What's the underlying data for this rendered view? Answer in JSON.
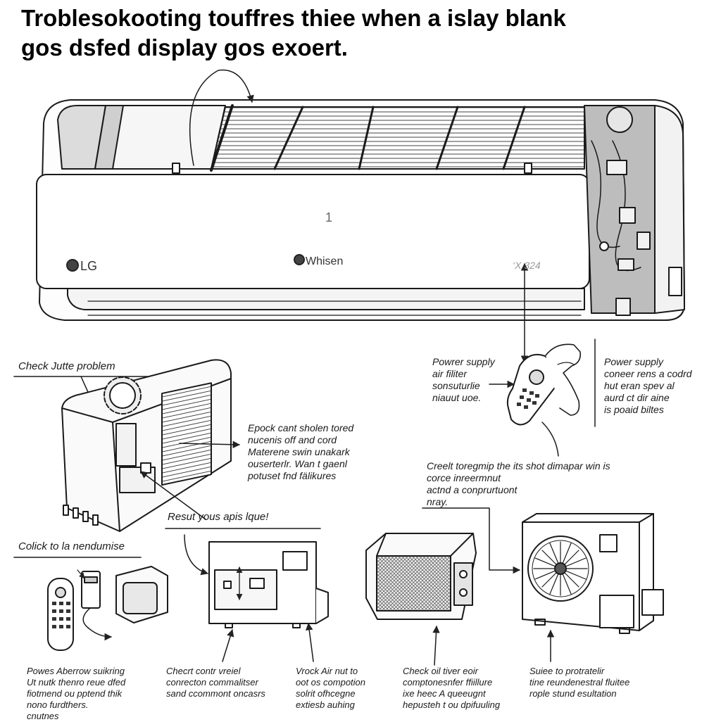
{
  "title": {
    "line1": "Troblesokooting touffres thiee when a islay blank",
    "line2": "gos dsfed display gos exoert."
  },
  "indoor_unit": {
    "brand": "LG",
    "model": "Whisen",
    "display_digit": "1",
    "display_code": "‘X 324"
  },
  "labels": {
    "check_problem": "Check Jutte problem",
    "power_supply_left": [
      "Powrer supply",
      "air filiter",
      "sonsuturlie",
      "niauut uoe."
    ],
    "power_supply_right": [
      "Power supply",
      "coneer rens a codrd",
      "hut eran spev al",
      "aurd ct dir aine",
      "is poaid biltes"
    ],
    "epock": [
      "Epock cant sholen tored",
      "nucenis off and cord",
      "Materene swin unakark",
      "ouserterlr. Wan t gaenl",
      "potuset fnd fälikures"
    ],
    "creelt": [
      "Creelt toregmip the its shot dimapar win is",
      "corce inreermnut",
      "actnd a conprurtuont",
      "nray."
    ],
    "result": "Resut yous apis lque!",
    "click": "Colick to la nendumise"
  },
  "captions": [
    [
      "Powes Aberrow suikring",
      "Ut nutk thenro reue dfed",
      "fiotmend ou pptend thik",
      "nono furdthers.",
      "cnutnes"
    ],
    [
      "Checrt contr vreiel",
      "conrecton commalitser",
      "sand ccommont oncasrs"
    ],
    [
      "Vrock Air nut to",
      "oot os compotion",
      "solrit ofhcegne",
      "extiesb auhing"
    ],
    [
      "Check oil tiver eoir",
      "comptonesnfer ffiillure",
      "ixe heec A queeugnt",
      "hepusteh t ou dpifuuling"
    ],
    [
      "Suiee to protratelir",
      "tine reundenestral fluitee",
      "rople stund esultation"
    ]
  ],
  "icons": {
    "remote": "remote-control-icon",
    "outdoor": "outdoor-unit-icon",
    "fan": "fan-icon"
  }
}
